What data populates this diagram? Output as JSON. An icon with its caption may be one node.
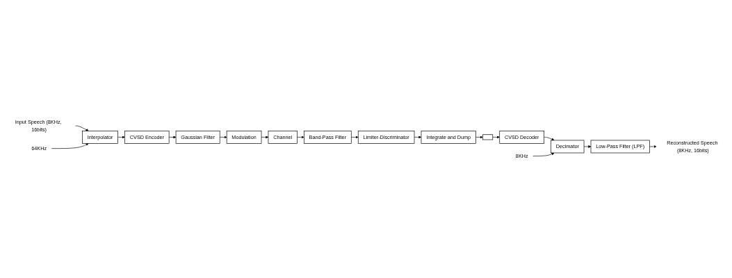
{
  "diagram": {
    "nodes": [
      {
        "text": [
          "Input Speech (8KHz, 16bits)"
        ]
      },
      {
        "text": [
          "Interpolator"
        ]
      },
      {
        "text": [
          "64KHz"
        ]
      },
      {
        "text": [
          "CVSD Encoder"
        ]
      },
      {
        "text": [
          "Gaussian Filter"
        ]
      },
      {
        "text": [
          "Modulation"
        ]
      },
      {
        "text": [
          "Channel"
        ]
      },
      {
        "text": [
          "Band-Pass Filter"
        ]
      },
      {
        "text": [
          "Limiter-Discriminator"
        ]
      },
      {
        "text": [
          "Integrate and Dump"
        ]
      },
      {
        "text": [],
        "shape": "box"
      },
      {
        "text": [
          "CVSD Decoder"
        ]
      },
      {
        "text": [
          "Decimator"
        ]
      },
      {
        "text": [
          "8KHz"
        ]
      },
      {
        "text": [
          "Low-Pass Filter (LPF)"
        ]
      },
      {
        "text": [
          "Reconstructed Speech (8KHz, 16bits)"
        ]
      }
    ],
    "edges": [
      {
        "from": 0,
        "to": 1,
        "arrow": "to"
      },
      {
        "from": 2,
        "to": 1,
        "arrow": "to"
      },
      {
        "from": 1,
        "to": 3,
        "arrow": "to"
      },
      {
        "from": 3,
        "to": 4,
        "arrow": "to"
      },
      {
        "from": 4,
        "to": 5,
        "arrow": "to"
      },
      {
        "from": 5,
        "to": 6,
        "arrow": "to"
      },
      {
        "from": 6,
        "to": 7,
        "arrow": "to"
      },
      {
        "from": 7,
        "to": 8,
        "arrow": "to"
      },
      {
        "from": 8,
        "to": 9,
        "arrow": "to"
      },
      {
        "from": 9,
        "to": 10,
        "arrow": "to"
      },
      {
        "from": 10,
        "to": 11,
        "arrow": "to"
      },
      {
        "from": 11,
        "to": 12,
        "arrow": "to"
      },
      {
        "from": 13,
        "to": 12,
        "arrow": "to"
      },
      {
        "from": 12,
        "to": 14,
        "arrow": "to"
      },
      {
        "from": 14,
        "to": 15,
        "arrow": "to"
      }
    ]
  }
}
